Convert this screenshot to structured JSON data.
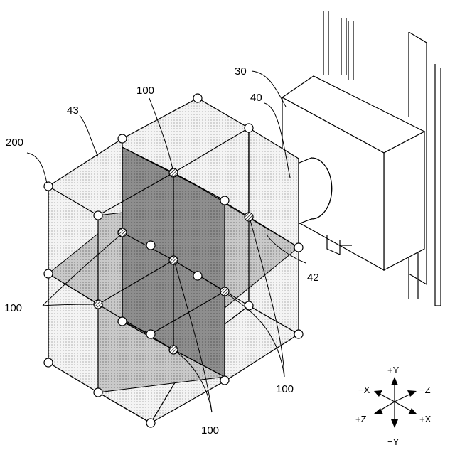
{
  "labels": {
    "machine": "30",
    "spindle": "40",
    "frame": "43",
    "probe": "42",
    "reference": "200",
    "sensor_top": "100",
    "sensor_left": "100",
    "sensor_bottom_right": "100",
    "sensor_bottom": "100"
  },
  "axes": {
    "pos_y": "+Y",
    "neg_y": "−Y",
    "neg_x": "−X",
    "pos_x": "+X",
    "neg_z": "−Z",
    "pos_z": "+Z"
  },
  "colors": {
    "line": "#000000",
    "light_plane": "#f2f2f2",
    "mid_plane": "#c8c8c8",
    "dark_plane": "#8c8c8c"
  }
}
